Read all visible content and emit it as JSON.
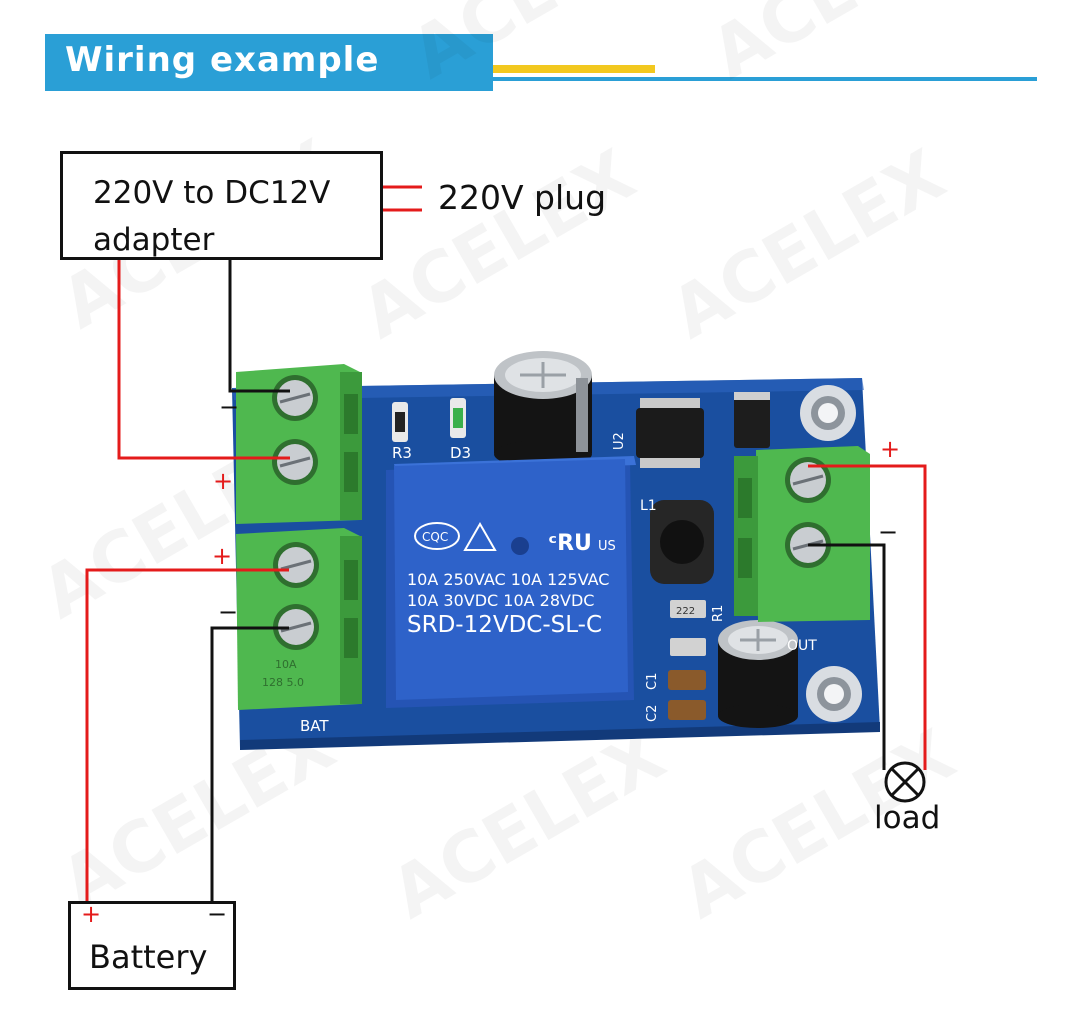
{
  "header": {
    "title": "Wiring example"
  },
  "adapter": {
    "line1": "220V to DC12V",
    "line2": "adapter"
  },
  "plug": {
    "label": "220V plug"
  },
  "battery": {
    "label": "Battery",
    "plus": "+",
    "minus": "−"
  },
  "load": {
    "label": "load"
  },
  "terminals": {
    "in_minus": "−",
    "in_plus": "+",
    "bat_plus": "+",
    "bat_minus": "−",
    "out_plus": "+",
    "out_minus": "−"
  },
  "board": {
    "relay_line1": "10A 250VAC  10A 125VAC",
    "relay_line2": "10A  30VDC  10A  28VDC",
    "relay_model": "SRD-12VDC-SL-C",
    "relay_cert": "CQC",
    "relay_us": "US",
    "silk_r3": "R3",
    "silk_d3": "D3",
    "silk_u2": "U2",
    "silk_l1": "L1",
    "silk_r1": "R1",
    "silk_c1": "C1",
    "silk_c2": "C2",
    "silk_bat": "BAT",
    "silk_out": "OUT",
    "term_rating": "10A",
    "term_rating2": "128  5.0",
    "smd_code": "222"
  },
  "watermark": "ACELEX",
  "colors": {
    "banner": "#2a9fd6",
    "accent": "#f2c81f",
    "wire_red": "#e41b1b",
    "wire_black": "#111111",
    "pcb": "#1a4fa0",
    "terminal": "#4fb84f",
    "relay": "#2e62c9"
  }
}
